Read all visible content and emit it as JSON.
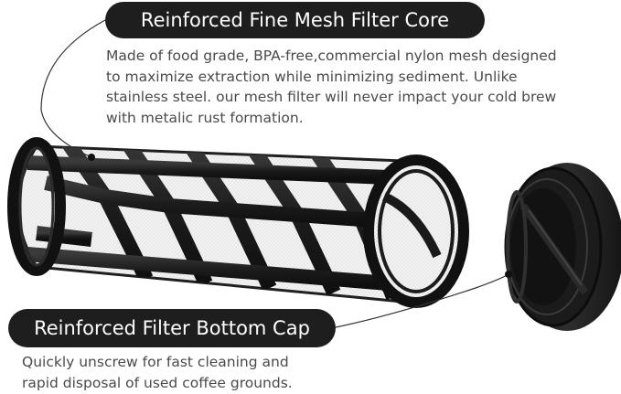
{
  "core": {
    "title": "Reinforced Fine Mesh Filter Core",
    "description_lines": [
      "Made of food grade, BPA-free,commercial nylon mesh designed",
      "to maximize extraction while minimizing sediment. Unlike",
      "stainless steel. our mesh filter will never impact your cold brew",
      "with metalic rust formation."
    ]
  },
  "cap": {
    "title": "Reinforced Filter Bottom Cap",
    "description_lines": [
      "Quickly unscrew for fast cleaning and",
      "rapid disposal of used coffee grounds."
    ]
  },
  "colors": {
    "pill_background": "#1e1e1e",
    "pill_text": "#ffffff",
    "body_text": "#4a4a4a",
    "frame": "#1f1f1f",
    "mesh": "#eeeeee"
  }
}
